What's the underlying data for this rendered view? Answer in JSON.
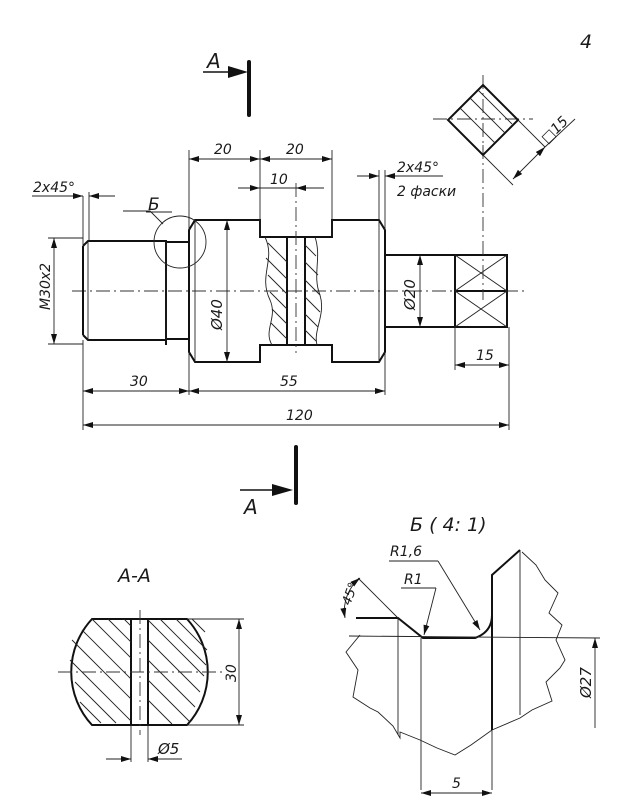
{
  "sheet": {
    "page_number": "4"
  },
  "section_marker": {
    "letter": "А"
  },
  "main_view": {
    "dims": {
      "chamfer_left": "2x45°",
      "chamfer_right_line1": "2x45°",
      "chamfer_right_line2": "2 фаски",
      "detail_callout": "Б",
      "len_20_a": "20",
      "len_20_b": "20",
      "hole_offset_10": "10",
      "thread": "M30x2",
      "dia_40": "Ø40",
      "dia_20": "Ø20",
      "len_15": "15",
      "len_30": "30",
      "len_55": "55",
      "len_120": "120",
      "square_15": "□15"
    }
  },
  "section_aa": {
    "title": "А-А",
    "dims": {
      "height_30": "30",
      "hole_dia_5": "Ø5"
    }
  },
  "detail_b": {
    "title": "Б ( 4: 1)",
    "dims": {
      "radius_1_6": "R1,6",
      "radius_1": "R1",
      "angle_45": "45°",
      "dia_27": "Ø27",
      "len_5": "5"
    }
  }
}
